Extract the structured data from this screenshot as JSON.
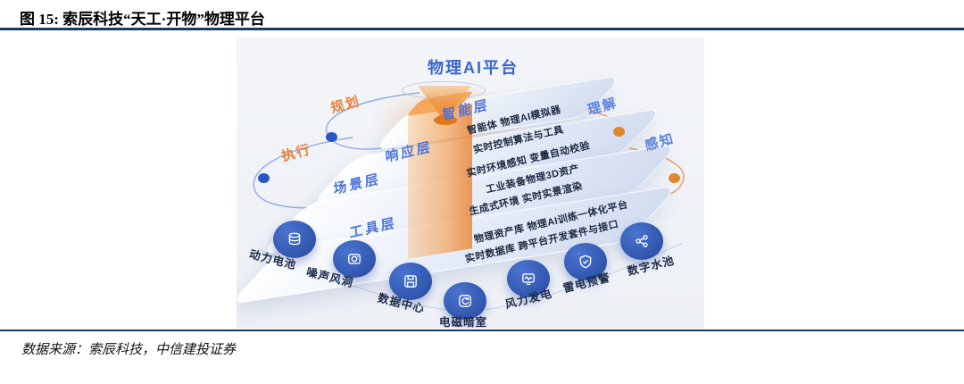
{
  "figure": {
    "title": "图 15: 索辰科技“天工·开物”物理平台",
    "source": "数据来源：索辰科技，中信建投证券"
  },
  "diagram": {
    "platform_title": "物理AI平台",
    "flow_labels": [
      {
        "label": "规划",
        "side": "left"
      },
      {
        "label": "执行",
        "side": "left"
      },
      {
        "label": "理解",
        "side": "right"
      },
      {
        "label": "感知",
        "side": "right"
      }
    ],
    "layers": [
      {
        "name": "智能层",
        "rows": [
          "智能体 物理AI模拟器"
        ]
      },
      {
        "name": "响应层",
        "rows": [
          "实时控制算法与工具",
          "实时环境感知 变量自动校验"
        ]
      },
      {
        "name": "场景层",
        "rows": [
          "工业装备物理3D资产",
          "生成式环境 实时实景渲染"
        ]
      },
      {
        "name": "工具层",
        "rows": [
          "物理资产库 物理AI训练一体化平台",
          "实时数据库 跨平台开发套件与接口"
        ]
      }
    ],
    "facilities": [
      {
        "label": "动力电池",
        "icon": "database-icon"
      },
      {
        "label": "噪声风洞",
        "icon": "camera-icon"
      },
      {
        "label": "数据中心",
        "icon": "save-icon"
      },
      {
        "label": "电磁暗室",
        "icon": "rotate-arrow-icon"
      },
      {
        "label": "风力发电",
        "icon": "monitor-wave-icon"
      },
      {
        "label": "雷电预警",
        "icon": "shield-check-icon"
      },
      {
        "label": "数字水池",
        "icon": "share-nodes-icon"
      }
    ],
    "colors": {
      "accent_blue": "#4d74d9",
      "accent_orange": "#ed8136",
      "dot_blue": "#2b55c4",
      "dot_orange": "#e0862e",
      "rule_navy": "#1b3a5f",
      "icon_circle_blue": "#3a63c4",
      "panel_background": "#f1f3f7"
    }
  }
}
